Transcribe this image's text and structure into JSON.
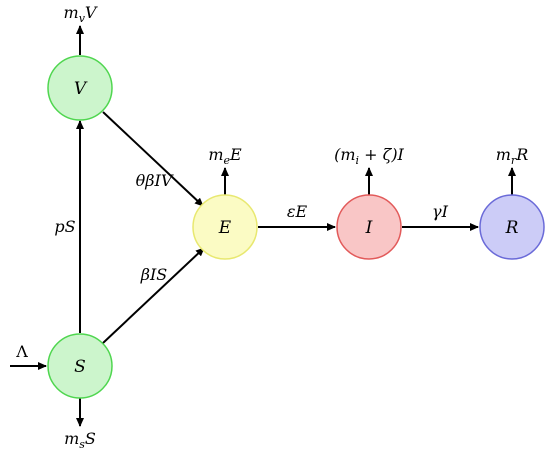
{
  "nodes": {
    "V": {
      "label": "V",
      "fill": "#ccf5cc",
      "stroke": "#4fd64f"
    },
    "S": {
      "label": "S",
      "fill": "#ccf5cc",
      "stroke": "#4fd64f"
    },
    "E": {
      "label": "E",
      "fill": "#fbfbc4",
      "stroke": "#e8e870"
    },
    "I": {
      "label": "I",
      "fill": "#f9c6c6",
      "stroke": "#e25a5a"
    },
    "R": {
      "label": "R",
      "fill": "#ccccf7",
      "stroke": "#6a6ad8"
    }
  },
  "edges": {
    "lambda": "Λ",
    "pS": "pS",
    "betaIS": "βIS",
    "thetaBetaIV": "θβIV",
    "epsE": "εE",
    "gammaI": "γI"
  },
  "outflows": {
    "mvV": "m",
    "mvV_sub": "v",
    "mvV_rest": "V",
    "msS": "m",
    "msS_sub": "s",
    "msS_rest": "S",
    "meE": "m",
    "meE_sub": "e",
    "meE_rest": "E",
    "miI_pre": "(m",
    "miI_sub": "i",
    "miI_rest": " + ζ)I",
    "mrR": "m",
    "mrR_sub": "r",
    "mrR_rest": "R"
  }
}
